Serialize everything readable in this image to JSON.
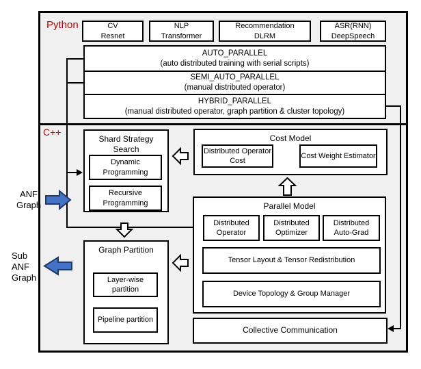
{
  "diagram": {
    "python": {
      "label": "Python",
      "apps": [
        {
          "domain": "CV",
          "model": "Resnet"
        },
        {
          "domain": "NLP",
          "model": "Transformer"
        },
        {
          "domain": "Recommendation",
          "model": "DLRM"
        },
        {
          "domain": "ASR(RNN)",
          "model": "DeepSpeech"
        }
      ],
      "api_levels": [
        {
          "name": "AUTO_PARALLEL",
          "desc": "(auto distributed training with serial scripts)"
        },
        {
          "name": "SEMI_AUTO_PARALLEL",
          "desc": "(manual distributed operator)"
        },
        {
          "name": "HYBRID_PARALLEL",
          "desc": "(manual distributed operator, graph partition & cluster topology)"
        }
      ]
    },
    "cpp": {
      "label": "C++",
      "shard_strategy_search": {
        "title": "Shard Strategy Search",
        "items": [
          "Dynamic Programming",
          "Recursive Programming"
        ]
      },
      "cost_model": {
        "title": "Cost Model",
        "items": [
          "Distributed Operator Cost",
          "Cost Weight Estimator"
        ]
      },
      "parallel_model": {
        "title": "Parallel Model",
        "items_row": [
          "Distributed Operator",
          "Distributed Optimizer",
          "Distributed Auto-Grad"
        ],
        "items_wide": [
          "Tensor Layout & Tensor Redistribution",
          "Device Topology & Group Manager"
        ]
      },
      "graph_partition": {
        "title": "Graph Partition",
        "items": [
          "Layer-wise partition",
          "Pipeline partition"
        ]
      },
      "collective_communication": {
        "title": "Collective Communication"
      }
    },
    "io": {
      "input_label_lines": [
        "ANF",
        "Graph"
      ],
      "output_label_lines": [
        "Sub",
        "ANF",
        "Graph"
      ]
    },
    "colors": {
      "section_label_red": "#c00000",
      "arrow_blue_fill": "#4472c4",
      "arrow_blue_border": "#1f3864",
      "panel_bg": "#f0f0f0",
      "line_black": "#000000"
    }
  }
}
